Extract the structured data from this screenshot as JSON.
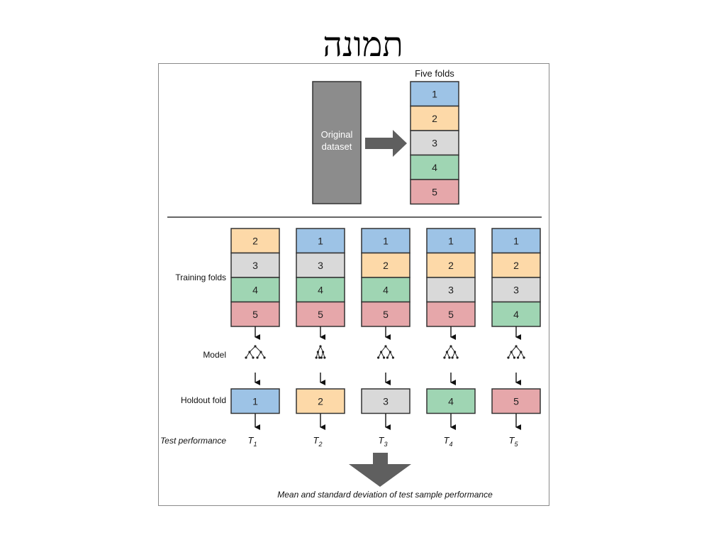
{
  "slide": {
    "title": "תמונה"
  },
  "colors": {
    "fold_1": "#9dc3e6",
    "fold_2": "#fdd9a8",
    "fold_3": "#d9d9d9",
    "fold_4": "#9fd5b3",
    "fold_5": "#e6a7aa",
    "dataset": "#8c8c8c",
    "arrow": "#5f5f5f"
  },
  "top": {
    "dataset_label_line1": "Original",
    "dataset_label_line2": "dataset",
    "folds_label": "Five folds",
    "folds": [
      "1",
      "2",
      "3",
      "4",
      "5"
    ]
  },
  "rows": {
    "training": "Training folds",
    "model": "Model",
    "holdout": "Holdout fold",
    "test": "Test performance"
  },
  "iterations": [
    {
      "training": [
        "2",
        "3",
        "4",
        "5"
      ],
      "holdout": "1",
      "test_base": "T",
      "test_sub": "1"
    },
    {
      "training": [
        "1",
        "3",
        "4",
        "5"
      ],
      "holdout": "2",
      "test_base": "T",
      "test_sub": "2"
    },
    {
      "training": [
        "1",
        "2",
        "4",
        "5"
      ],
      "holdout": "3",
      "test_base": "T",
      "test_sub": "3"
    },
    {
      "training": [
        "1",
        "2",
        "3",
        "5"
      ],
      "holdout": "4",
      "test_base": "T",
      "test_sub": "4"
    },
    {
      "training": [
        "1",
        "2",
        "3",
        "4"
      ],
      "holdout": "5",
      "test_base": "T",
      "test_sub": "5"
    }
  ],
  "bottom": {
    "summary": "Mean and standard deviation of test sample performance"
  }
}
